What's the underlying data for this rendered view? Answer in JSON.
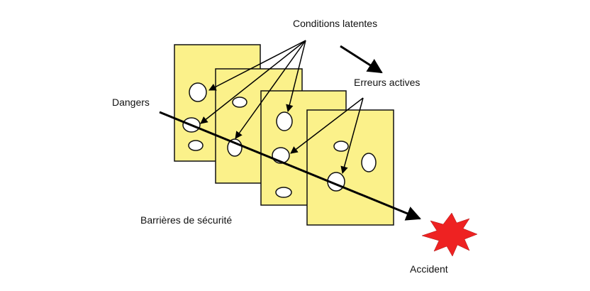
{
  "labels": {
    "latent": "Conditions latentes",
    "active": "Erreurs actives",
    "hazards": "Dangers",
    "barriers": "Barrières de sécurité",
    "accident": "Accident"
  },
  "colors": {
    "slice_fill": "#fbf18a",
    "slice_stroke": "#111111",
    "hole_fill": "#ffffff",
    "arrow": "#000000",
    "accident_fill": "#ee2222"
  },
  "icons": {
    "accident": "explosion-star-icon"
  }
}
